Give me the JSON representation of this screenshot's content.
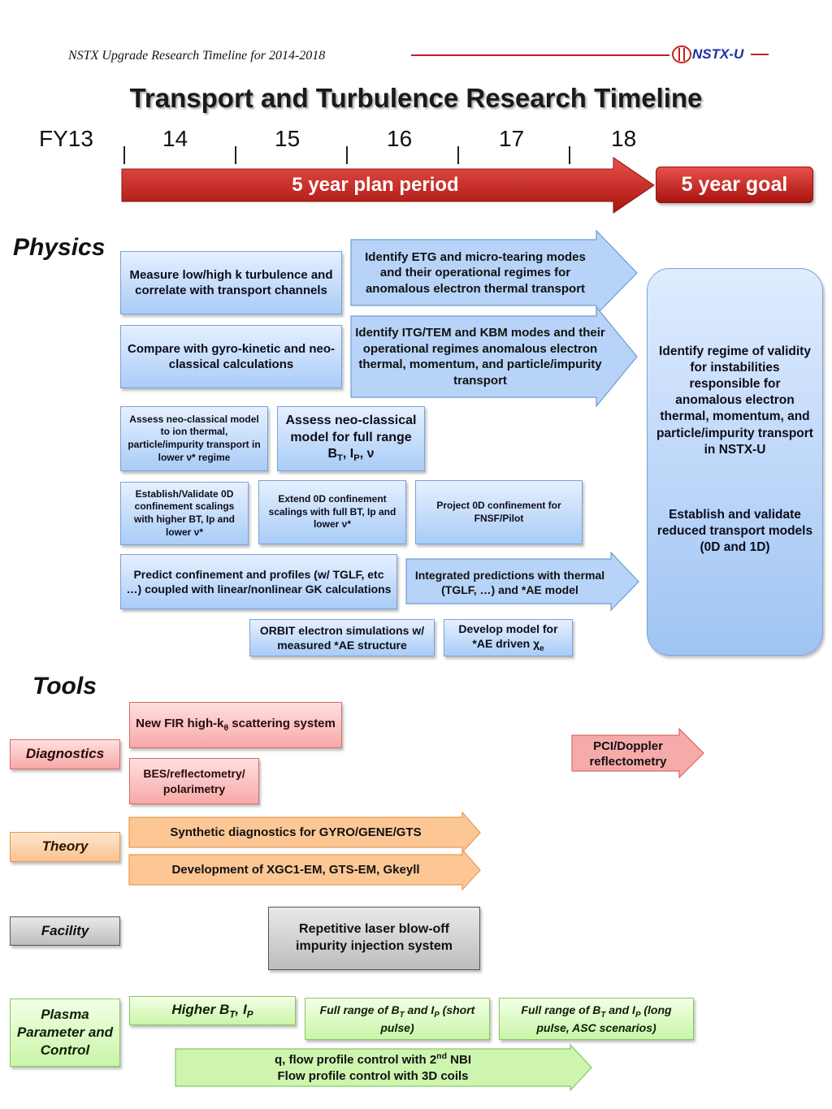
{
  "header": {
    "subtitle": "NSTX Upgrade Research Timeline for 2014-2018",
    "logo_text": "NSTX-U",
    "title": "Transport and Turbulence Research Timeline"
  },
  "timeline": {
    "years": [
      "FY13",
      "14",
      "15",
      "16",
      "17",
      "18"
    ],
    "plan_label": "5 year plan period",
    "goal_label": "5 year goal"
  },
  "sections": {
    "physics": "Physics",
    "tools": "Tools"
  },
  "physics": {
    "measure": "Measure low/high k turbulence and correlate with transport channels",
    "etg": "Identify ETG and micro-tearing modes and their operational regimes for anomalous electron thermal transport",
    "compare": "Compare with gyro-kinetic and neo-classical calculations",
    "itg": "Identify ITG/TEM and KBM modes and their operational regimes anomalous  electron thermal, momentum, and particle/impurity transport",
    "assess_nc_prefix": "Assess neo-classical model to ion thermal, particle/impurity transport in lower ",
    "assess_nc_suffix": "* regime",
    "assess_full_prefix": "Assess neo-classical model for full range B",
    "establish_prefix": "Establish/Validate 0D confinement scalings with higher BT, Ip and lower ",
    "extend_prefix": "Extend 0D confinement scalings with full BT, Ip and lower ",
    "project": "Project 0D confinement for FNSF/Pilot",
    "predict": "Predict confinement and profiles (w/ TGLF, etc …) coupled with linear/nonlinear GK calculations",
    "integrated": "Integrated predictions with thermal (TGLF, …) and *AE model",
    "orbit": "ORBIT electron simulations w/ measured *AE structure",
    "develop_prefix": "Develop model for *AE driven ",
    "goal_text_1": "Identify regime of validity for instabilities responsible for anomalous  electron thermal, momentum, and particle/impurity transport in NSTX-U",
    "goal_text_2": "Establish and validate reduced transport models (0D and 1D)"
  },
  "symbols": {
    "nu": "ν",
    "chi": "χ",
    "theta": "θ",
    "sub_T": "T",
    "sub_P": "P",
    "sub_e": "e",
    "comma": ", I",
    "nu_tail": ", ν",
    "star": "*"
  },
  "tools": {
    "diagnostics_label": "Diagnostics",
    "theory_label": "Theory",
    "facility_label": "Facility",
    "plasma_label": "Plasma Parameter and Control",
    "fir_prefix": "New FIR high-k",
    "fir_suffix": " scattering system",
    "bes": "BES/reflectometry/ polarimetry",
    "pci": "PCI/Doppler reflectometry",
    "synthetic": "Synthetic diagnostics for GYRO/GENE/GTS",
    "xgc": "Development of XGC1-EM, GTS-EM, Gkeyll",
    "laser": "Repetitive laser blow-off impurity injection system",
    "higher_prefix": "Higher B",
    "full_short_prefix": "Full range of  B",
    "and_I": " and I",
    "short_suffix": " (short pulse)",
    "long_suffix": " (long pulse, ASC scenarios)",
    "q_flow_prefix": "q, flow profile control with 2",
    "q_flow_sup": "nd",
    "q_flow_suffix": " NBI",
    "flow_3d": "Flow profile control with 3D coils"
  },
  "colors": {
    "timeline_red": "#c8201c",
    "header_line": "#c8201c",
    "logo_blue": "#1b2fa8",
    "blue_fill": "#a9ccf7",
    "red_fill": "#f7a8a8",
    "orange_fill": "#fbc28f",
    "green_fill": "#c9f5a8",
    "gray_fill": "#bdbdbd"
  }
}
